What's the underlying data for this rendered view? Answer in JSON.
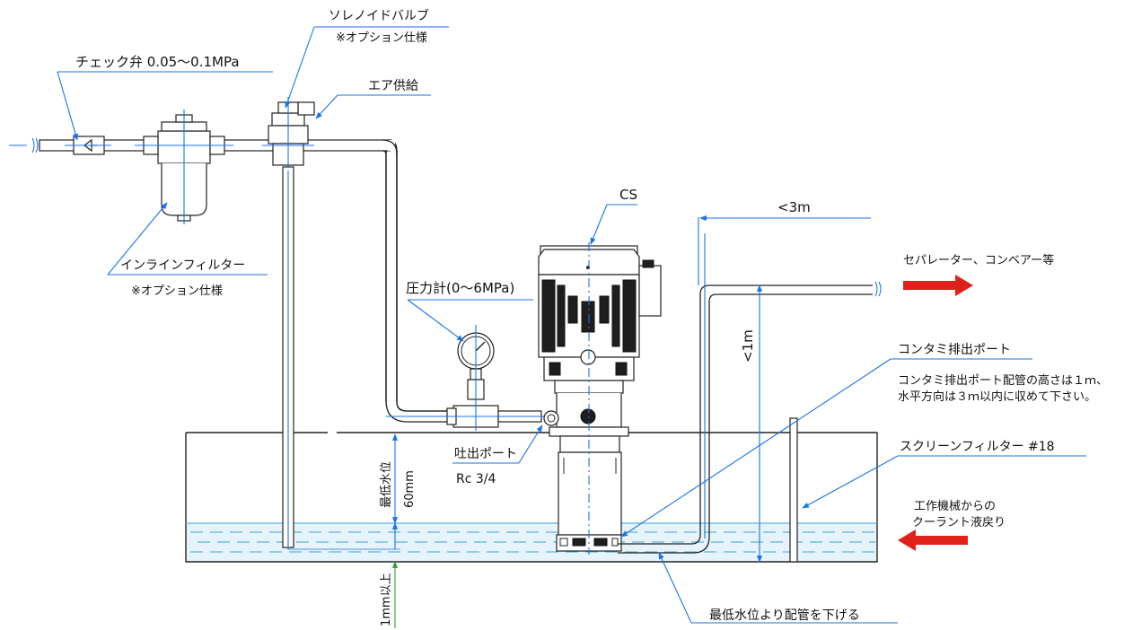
{
  "labels": {
    "check_valve": "チェック弁 0.05～0.1MPa",
    "solenoid_valve": "ソレノイドバルブ",
    "solenoid_option": "※オプション仕様",
    "air_supply": "エア供給",
    "cs": "CS",
    "dist_3m": "<3m",
    "separator": "セパレーター、コンベアー等",
    "inline_filter": "インラインフィルター",
    "inline_option": "※オプション仕様",
    "pressure_gauge": "圧力計(0～6MPa)",
    "height_1m": "<1m",
    "contami_port": "コンタミ排出ポート",
    "contami_note_1": "コンタミ排出ポート配管の高さは１ｍ、",
    "contami_note_2": "水平方向は３ｍ以内に収めて下さい。",
    "discharge_port": "吐出ポート",
    "rc": "Rc 3/4",
    "min_water_level": "最低水位",
    "mm60": "60mm",
    "screen_filter": "スクリーンフィルター #18",
    "coolant_return_1": "工作機械からの",
    "coolant_return_2": "クーラント液戻り",
    "mm1": "1mm以上",
    "pipe_below": "最低水位より配管を下げる"
  },
  "colors": {
    "leader": "#1a73e8",
    "arrow": "#e0201a",
    "water": "#e6f3fa",
    "water_line": "#5ab4e0",
    "dim_green": "#2ca02c"
  }
}
